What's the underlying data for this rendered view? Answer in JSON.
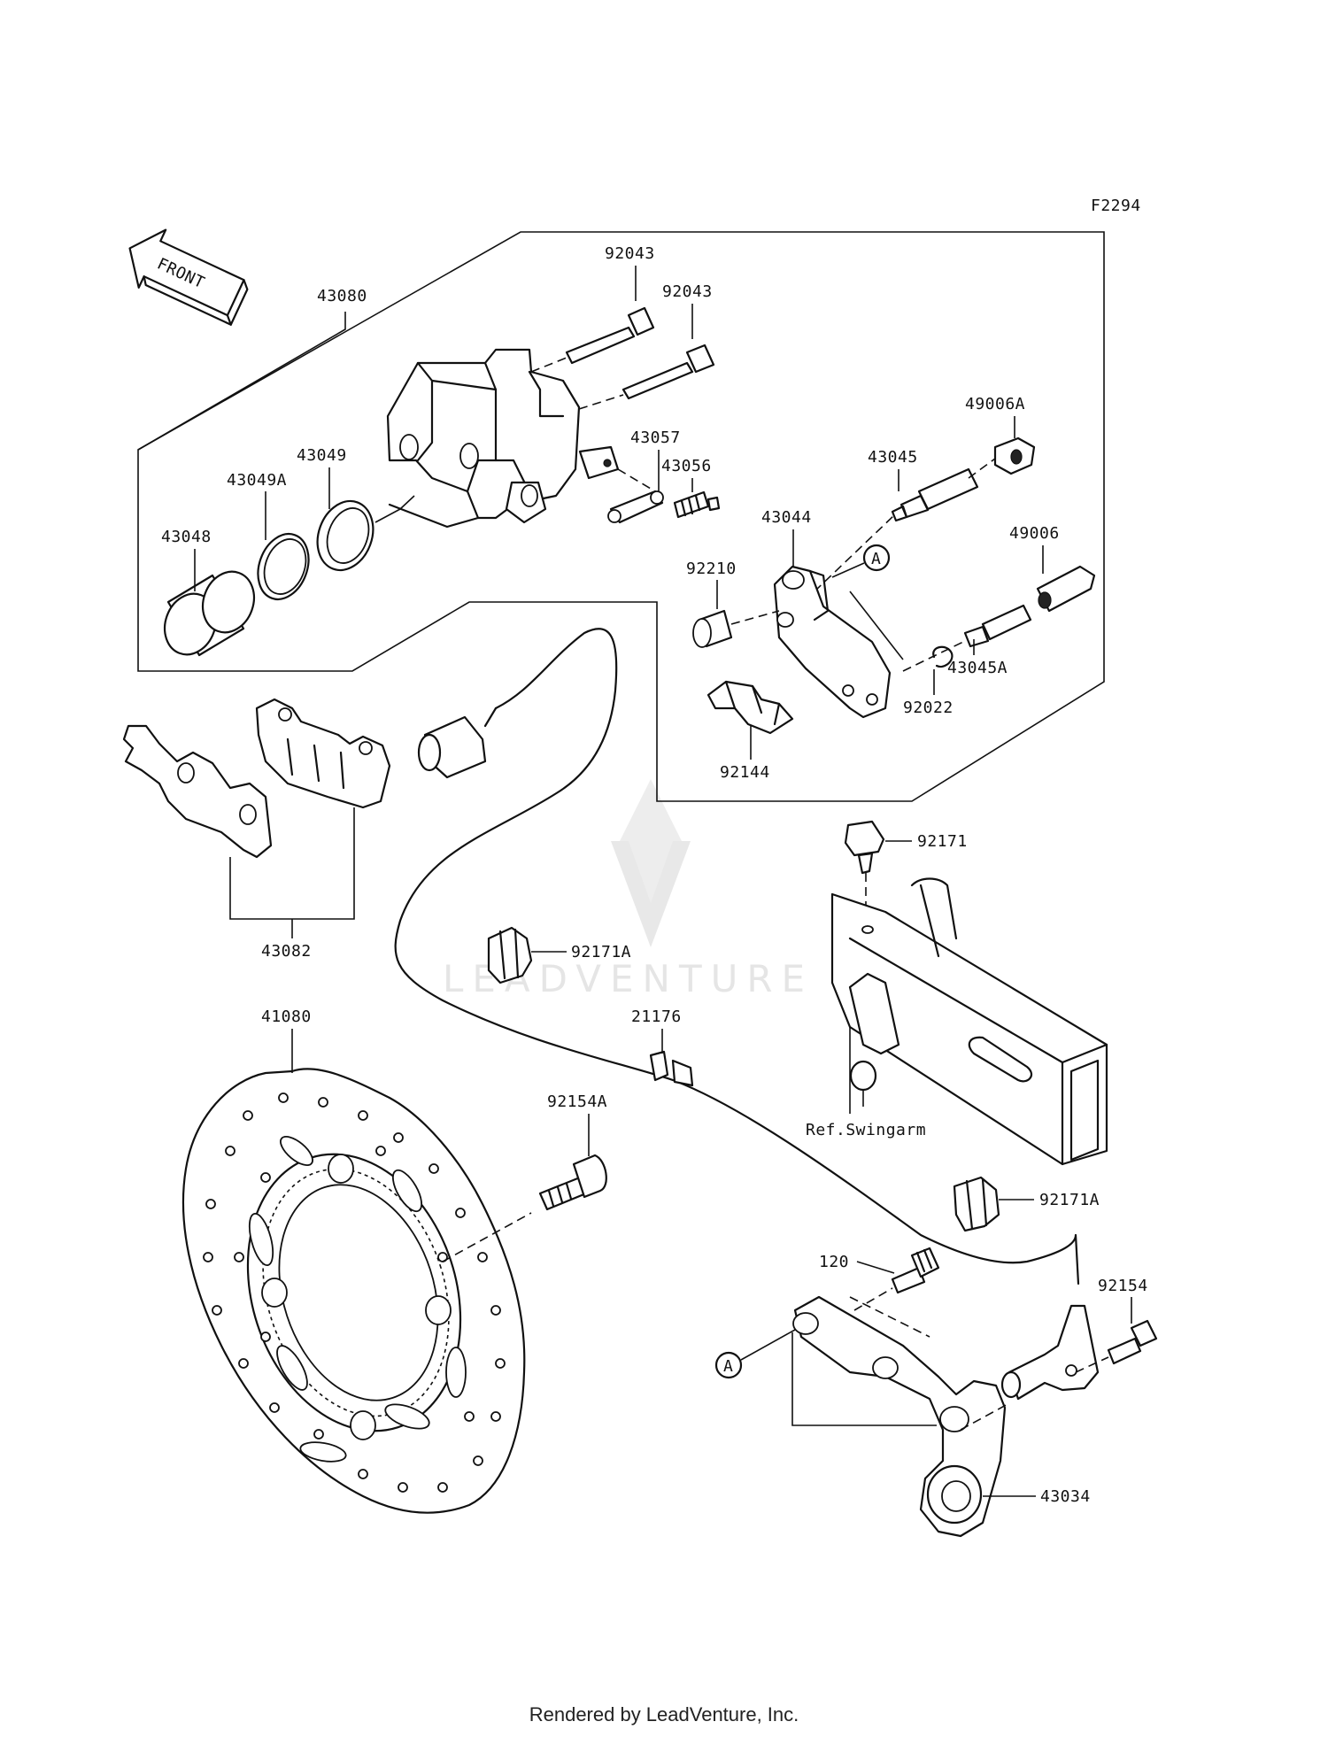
{
  "figure_code": "F2294",
  "direction_label": "FRONT",
  "watermark": "LEADVENTURE",
  "footer": "Rendered by LeadVenture, Inc.",
  "reference_label": "Ref.Swingarm",
  "callout_marker": "A",
  "part_labels": {
    "p43080": "43080",
    "p92043a": "92043",
    "p92043b": "92043",
    "p49006A": "49006A",
    "p43045": "43045",
    "p43057": "43057",
    "p43056": "43056",
    "p43049": "43049",
    "p43049A": "43049A",
    "p43048": "43048",
    "p43044": "43044",
    "p92210": "92210",
    "p49006": "49006",
    "p43045A": "43045A",
    "p92022": "92022",
    "p92144": "92144",
    "p43082": "43082",
    "p92171": "92171",
    "p92171A_top": "92171A",
    "p21176": "21176",
    "p41080": "41080",
    "p92154A": "92154A",
    "p92171A_bottom": "92171A",
    "p120": "120",
    "p92154": "92154",
    "p43034": "43034"
  },
  "colors": {
    "line": "#111111",
    "background": "#ffffff",
    "watermark": "#e3e3e3"
  }
}
